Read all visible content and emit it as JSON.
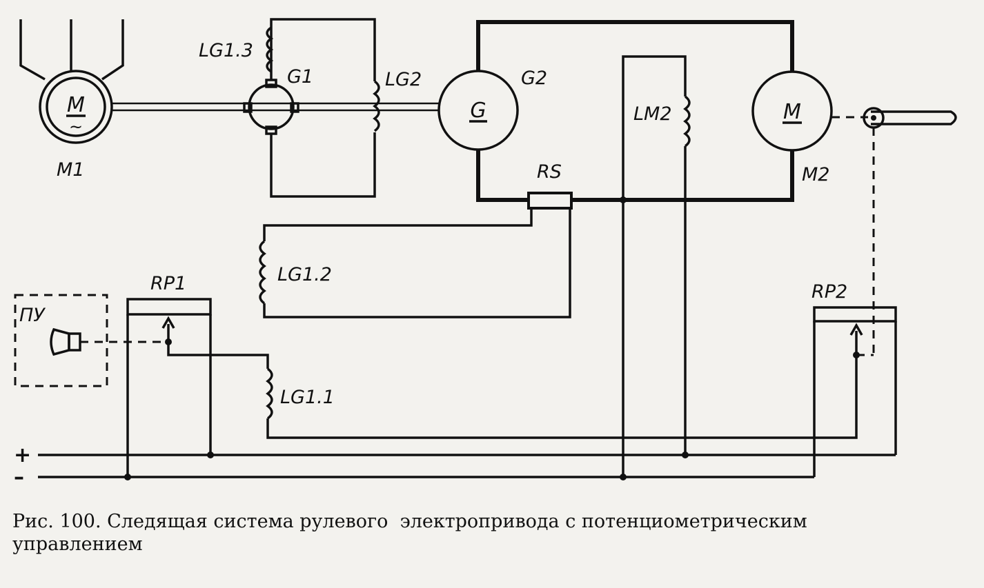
{
  "labels": {
    "m1": "M1",
    "m1_symbol": "M",
    "m1_tilde": "~",
    "g1": "G1",
    "lg13": "LG1.3",
    "lg2": "LG2",
    "g2": "G2",
    "g2_symbol": "G",
    "lm2": "LM2",
    "m2": "M2",
    "m2_symbol": "M",
    "rs": "RS",
    "lg12": "LG1.2",
    "lg11": "LG1.1",
    "rp1": "RP1",
    "rp2": "RP2",
    "pu": "ПУ",
    "plus": "+",
    "minus": "–"
  },
  "caption": {
    "line1": "Рис. 100. Следящая система рулевого  электропривода с потенциометрическим",
    "line2": "управлением"
  }
}
